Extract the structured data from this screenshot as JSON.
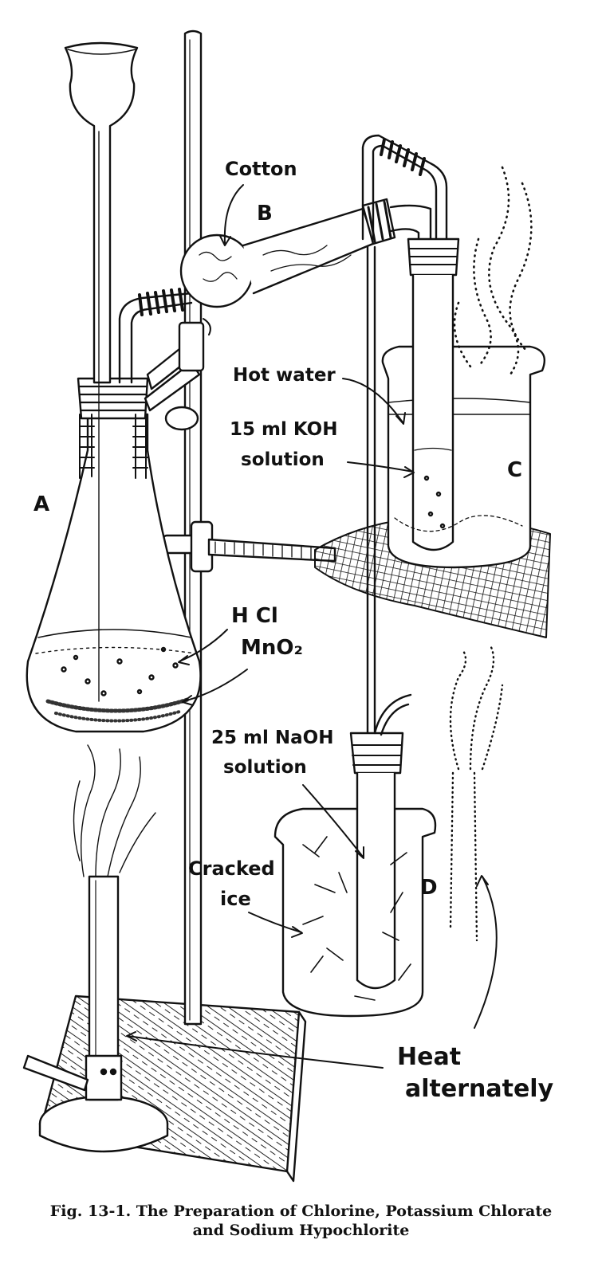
{
  "labels": {
    "A": "A",
    "B": "B",
    "C": "C",
    "D": "D",
    "cotton": "Cotton",
    "hot_water": "Hot water",
    "koh_1": "15 ml KOH",
    "koh_2": "solution",
    "hcl": "H Cl",
    "mno2": "MnO₂",
    "naoh_1": "25 ml NaOH",
    "naoh_2": "solution",
    "ice_1": "Cracked",
    "ice_2": "ice",
    "heat_1": "Heat",
    "heat_2": "alternately"
  },
  "caption": {
    "line1": "Fig. 13-1. The Preparation of Chlorine, Potassium Chlorate",
    "line2": "and Sodium Hypochlorite"
  }
}
